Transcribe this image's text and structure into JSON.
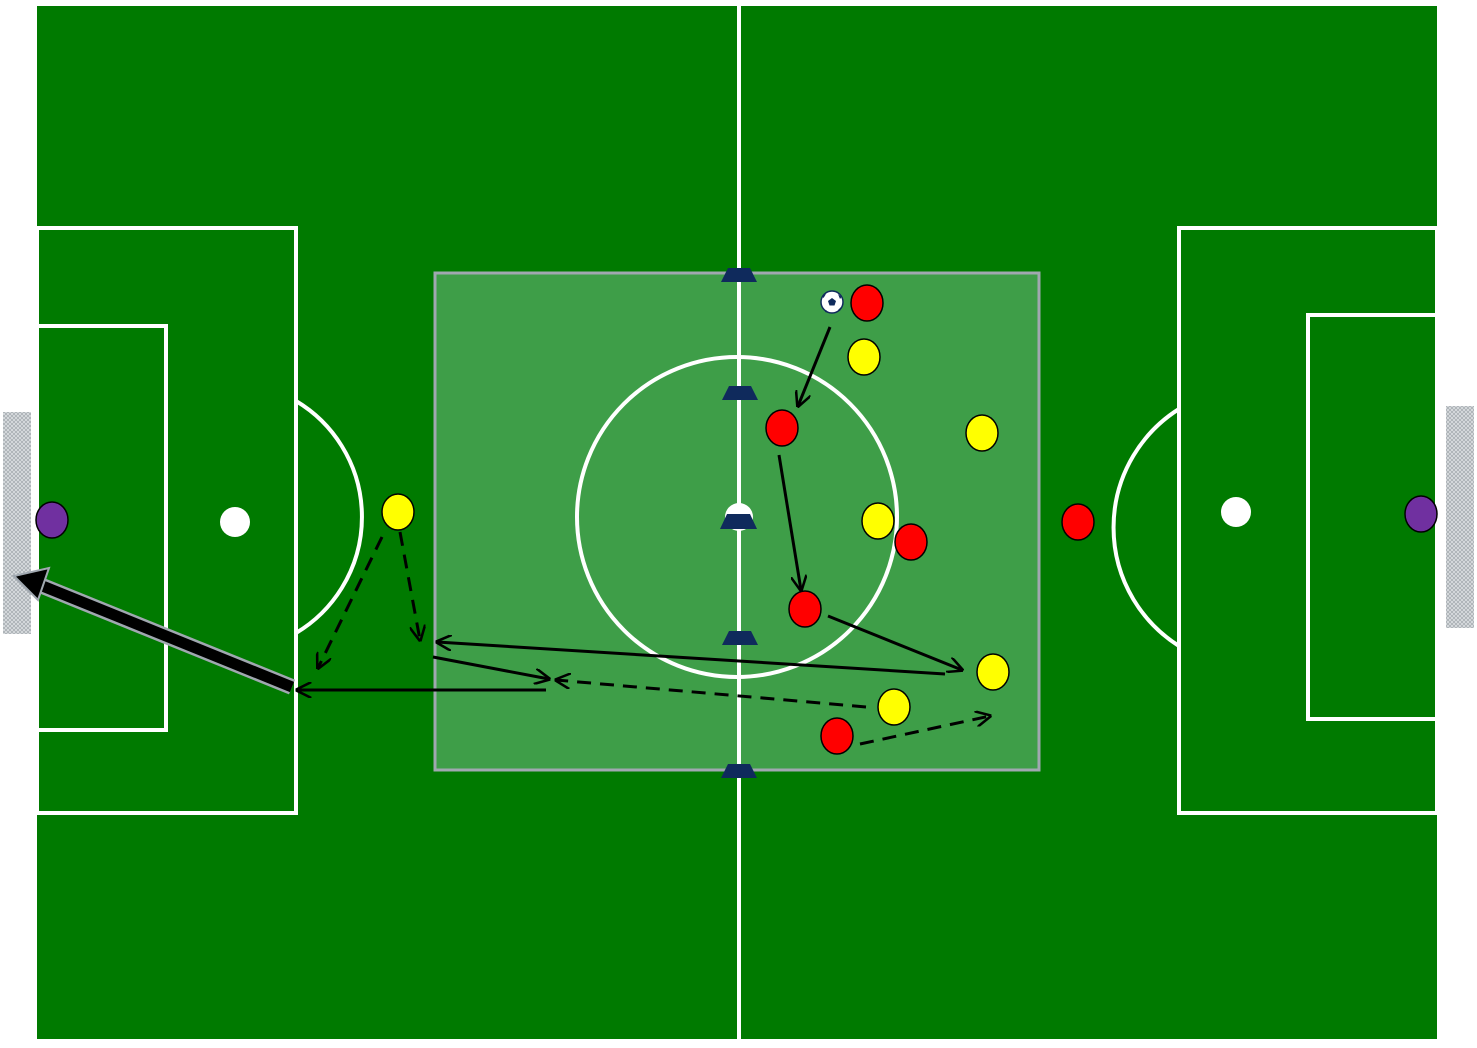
{
  "diagram": {
    "colors": {
      "pitch": "#007A00",
      "zone": "#3E9E48",
      "zone_border": "#A0A8B0",
      "line": "#FFFFFF",
      "goal": "#C9CDD0",
      "team_red": "#FF0000",
      "team_yellow": "#FFFF00",
      "goalkeeper": "#7030A0",
      "cone": "#0F2A5C",
      "arrow": "#000000"
    },
    "icons": {
      "ball": "soccer-ball-icon",
      "cone": "cone-marker-icon",
      "player": "player-disc-icon"
    },
    "teams": [
      "red",
      "yellow",
      "goalkeeper"
    ]
  }
}
